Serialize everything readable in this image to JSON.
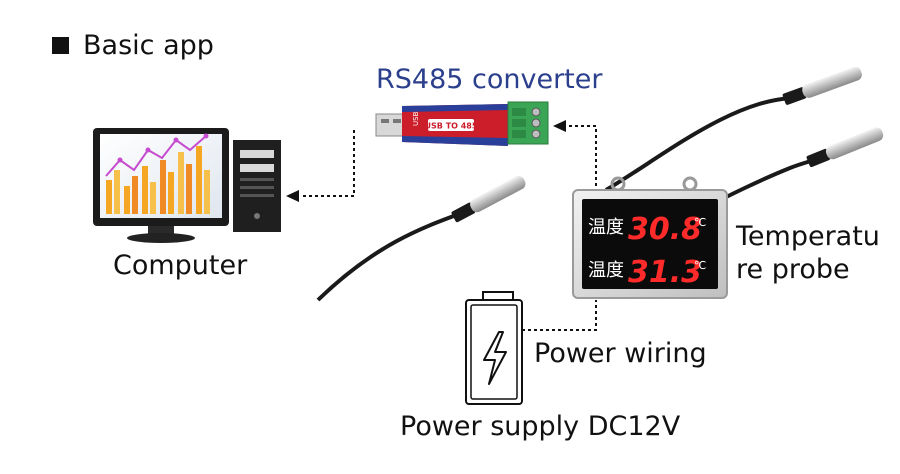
{
  "heading": "Basic app",
  "labels": {
    "converter": "RS485 converter",
    "computer": "Computer",
    "probe": "Temperatu re probe",
    "wiring": "Power wiring",
    "supply": "Power supply DC12V"
  },
  "converter_device": {
    "center_text": "USB TO 485",
    "left_text": "USB"
  },
  "display": {
    "row1_label": "温度",
    "row1_value": "30.8",
    "row2_label": "温度",
    "row2_value": "31.3",
    "unit": "℃"
  },
  "colors": {
    "converter_label": "#2b3f8c",
    "led_red": "#ff2a2a",
    "terminal_green": "#3aa655",
    "converter_body": "#cc1e2a"
  }
}
